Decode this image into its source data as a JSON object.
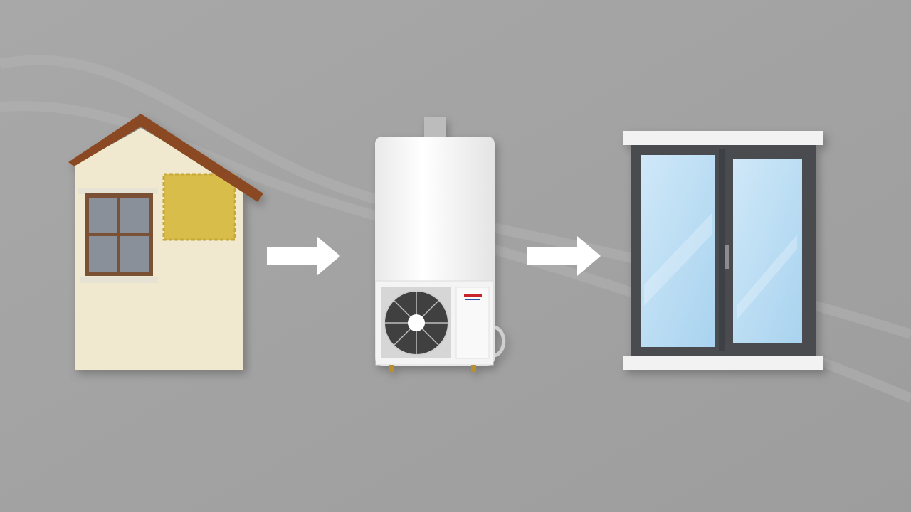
{
  "steps": [
    {
      "id": "insulated-house",
      "icon": "house-with-insulation-patch"
    },
    {
      "id": "heat-pump",
      "icon": "heat-pump-unit"
    },
    {
      "id": "double-glazed-window",
      "icon": "window"
    }
  ],
  "connectors": [
    "arrow-right",
    "arrow-right"
  ],
  "colors": {
    "background": "#a3a3a3",
    "arrow": "#ffffff",
    "roof": "#8a4a22",
    "wall": "#f0e9cf",
    "insulation": "#dcc04e",
    "window_frame": "#4a4c50",
    "glass": "#b9dcf3"
  }
}
